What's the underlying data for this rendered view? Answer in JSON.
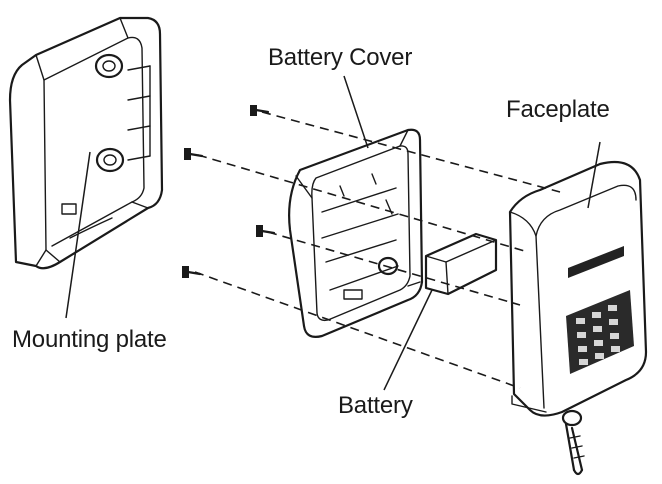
{
  "labels": {
    "mounting_plate": "Mounting plate",
    "battery_cover": "Battery Cover",
    "faceplate": "Faceplate",
    "battery": "Battery"
  },
  "parts": [
    "mounting-plate",
    "screw",
    "battery-cover",
    "battery",
    "faceplate",
    "keypad",
    "key"
  ],
  "colors": {
    "line": "#1a1a1a",
    "background": "#ffffff",
    "fill_light": "#f2f2f2",
    "fill_dark": "#222222"
  }
}
